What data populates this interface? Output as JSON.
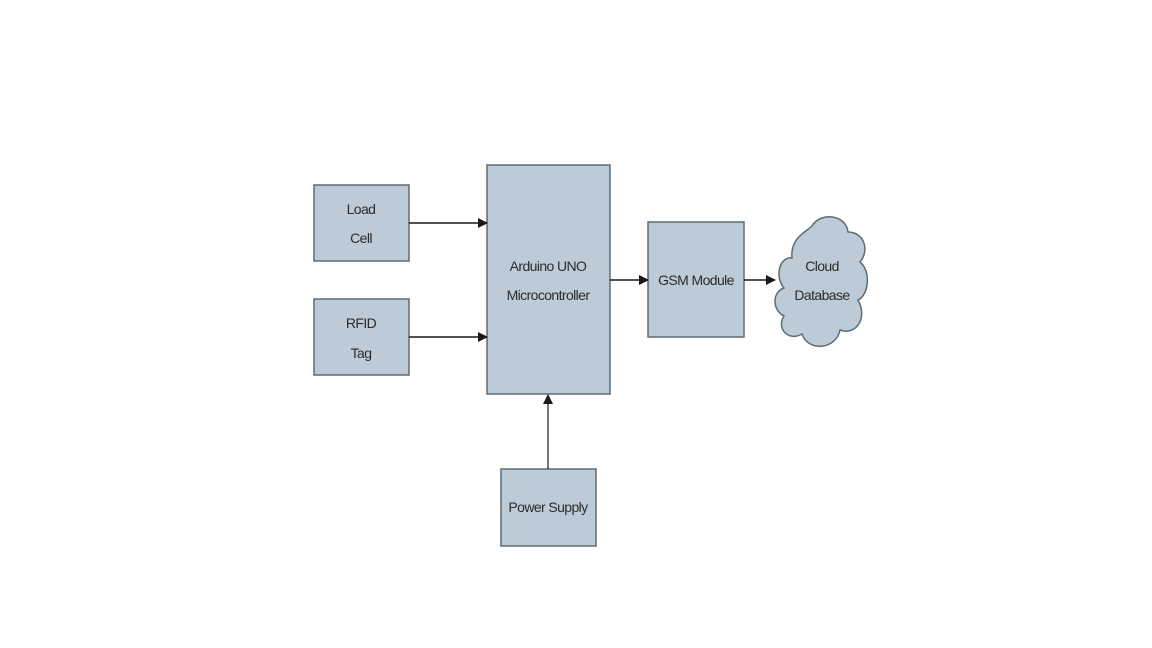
{
  "diagram": {
    "type": "block-diagram",
    "colors": {
      "block_fill": "#bccbd6",
      "block_stroke": "#5d6b77",
      "arrow": "#1a1a1a"
    },
    "blocks": {
      "load_cell": {
        "line1": "Load",
        "line2": "Cell"
      },
      "rfid_tag": {
        "line1": "RFID",
        "line2": "Tag"
      },
      "arduino": {
        "line1": "Arduino UNO",
        "line2": "Microcontroller"
      },
      "gsm": {
        "label": "GSM Module"
      },
      "cloud": {
        "line1": "Cloud",
        "line2": "Database"
      },
      "power": {
        "label": "Power Supply"
      }
    },
    "connections": [
      {
        "from": "Load Cell",
        "to": "Arduino UNO Microcontroller"
      },
      {
        "from": "RFID Tag",
        "to": "Arduino UNO Microcontroller"
      },
      {
        "from": "Power Supply",
        "to": "Arduino UNO Microcontroller"
      },
      {
        "from": "Arduino UNO Microcontroller",
        "to": "GSM Module"
      },
      {
        "from": "GSM Module",
        "to": "Cloud Database"
      }
    ]
  }
}
